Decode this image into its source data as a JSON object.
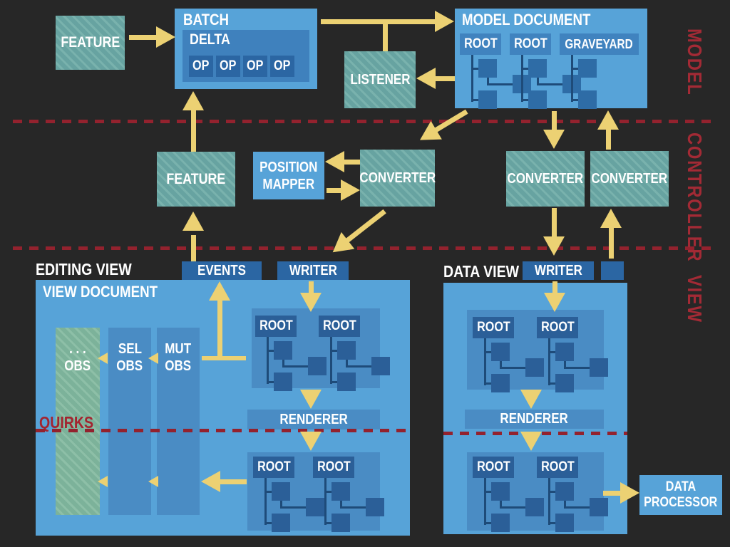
{
  "colors": {
    "background": "#272727",
    "box_blue": "#57a3d8",
    "panel_blue": "#4a8cc4",
    "deep_blue": "#2b66a3",
    "mid_blue": "#3f81bd",
    "teal_stripe": "#67a3a1",
    "green_stripe": "#7cb29a",
    "arrow_yellow": "#ecd173",
    "layer_red": "#a3242f",
    "text_white": "#ffffff"
  },
  "layers": {
    "model": "MODEL",
    "controller": "CONTROLLER",
    "view": "VIEW"
  },
  "model": {
    "feature": "FEATURE",
    "batch": {
      "title": "BATCH",
      "delta": {
        "title": "DELTA",
        "ops": [
          "OP",
          "OP",
          "OP",
          "OP"
        ]
      }
    },
    "listener": "LISTENER",
    "document": {
      "title": "MODEL DOCUMENT",
      "roots": [
        "ROOT",
        "ROOT",
        "GRAVEYARD"
      ]
    }
  },
  "controller": {
    "feature": "FEATURE",
    "position_mapper": {
      "line1": "POSITION",
      "line2": "MAPPER"
    },
    "converters": [
      "CONVERTER",
      "CONVERTER",
      "CONVERTER"
    ]
  },
  "view": {
    "editing": {
      "label": "EDITING VIEW",
      "events": "EVENTS",
      "writer": "WRITER",
      "document_title": "VIEW DOCUMENT",
      "observers": [
        {
          "line1": ". . .",
          "line2": "OBS"
        },
        {
          "line1": "SEL",
          "line2": "OBS"
        },
        {
          "line1": "MUT",
          "line2": "OBS"
        }
      ],
      "quirks": "QUIRKS",
      "renderer": "RENDERER",
      "top_roots": [
        "ROOT",
        "ROOT"
      ],
      "bottom_roots": [
        "ROOT",
        "ROOT"
      ]
    },
    "data": {
      "label": "DATA VIEW",
      "writer": "WRITER",
      "renderer": "RENDERER",
      "top_roots": [
        "ROOT",
        "ROOT"
      ],
      "bottom_roots": [
        "ROOT",
        "ROOT"
      ],
      "processor": {
        "line1": "DATA",
        "line2": "PROCESSOR"
      }
    }
  }
}
